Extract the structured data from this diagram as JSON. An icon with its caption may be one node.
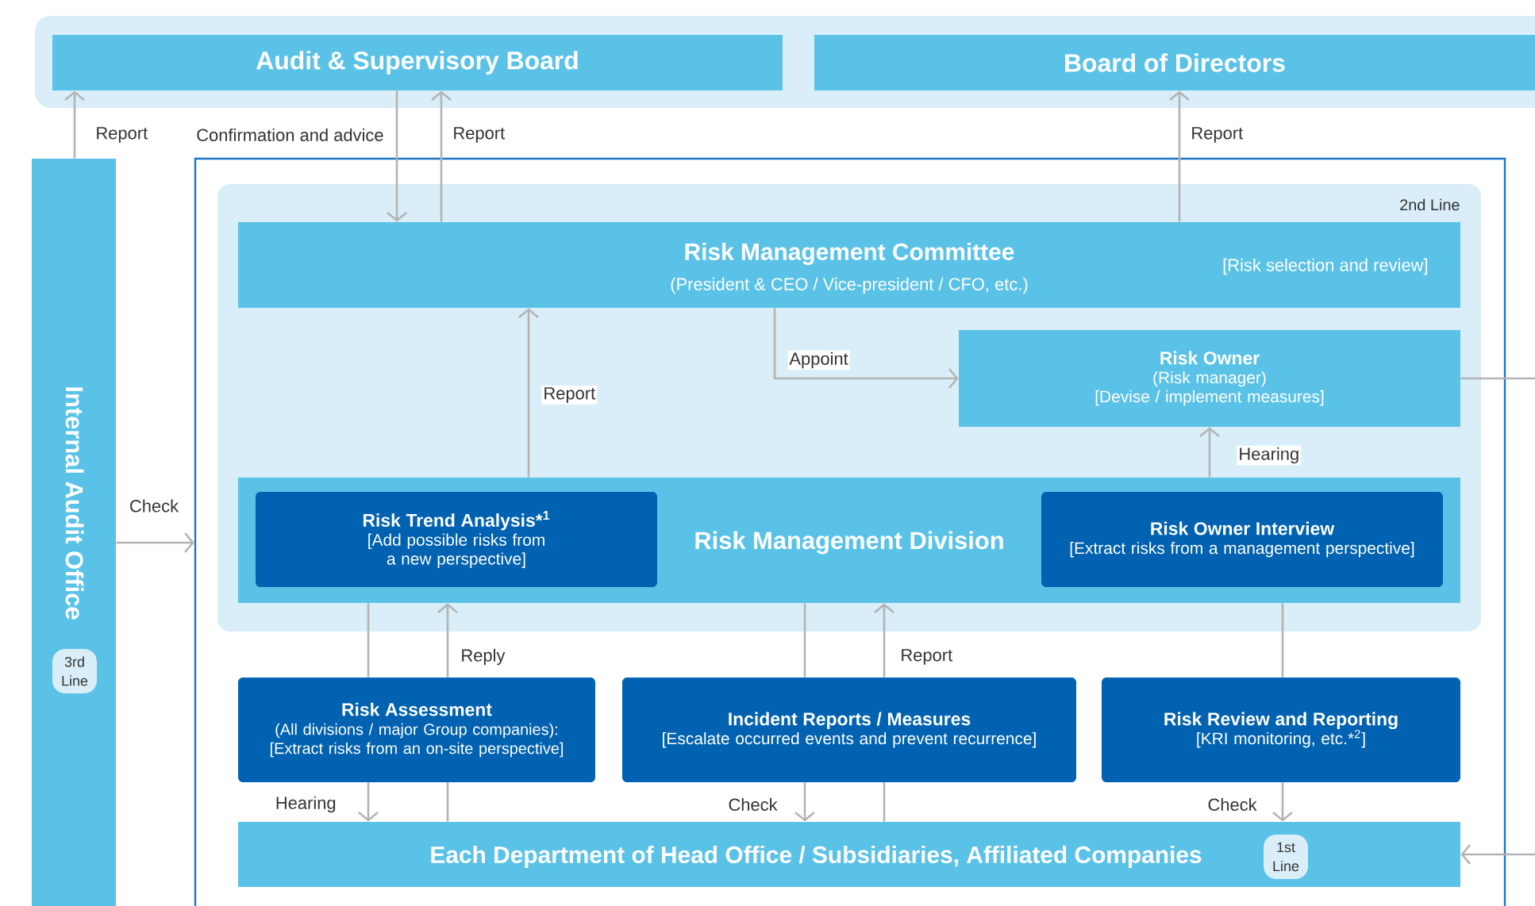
{
  "diagram": {
    "nodes": [
      {
        "text": [
          "Audit & Supervisory Board"
        ]
      },
      {
        "text": [
          "Board of Directors"
        ]
      },
      {
        "text": [
          "Internal Audit Office"
        ]
      },
      {
        "text": [
          "3rd Line"
        ],
        "in": 2
      },
      {
        "text": [],
        "shape": "box"
      },
      {
        "text": [
          "2nd Line"
        ],
        "in": 4
      },
      {
        "text": [
          "Risk Management Committee",
          "(President & CEO / Vice-president / CFO, etc.)",
          "[Risk selection and review]"
        ],
        "in": 5
      },
      {
        "text": [
          "Risk Owner",
          "(Risk manager)",
          "[Devise / implement measures]"
        ],
        "in": 5
      },
      {
        "text": [
          "Risk Management Division"
        ],
        "in": 5
      },
      {
        "text": [
          "Risk Trend Analysis*$^{1}$",
          "[Add possible risks from a new perspective]"
        ],
        "in": 8
      },
      {
        "text": [
          "Risk Owner Interview",
          "[Extract risks from a management perspective]"
        ],
        "in": 8
      },
      {
        "text": [
          "Risk Assessment",
          "(All divisions / major Group companies):",
          "[Extract risks from an on-site perspective]"
        ],
        "in": 4
      },
      {
        "text": [
          "Incident Reports / Measures",
          "[Escalate occurred events and prevent recurrence]"
        ],
        "in": 4
      },
      {
        "text": [
          "Risk Review and Reporting",
          "[KRI monitoring, etc.*$^{2}$]"
        ],
        "in": 4
      },
      {
        "text": [
          "Each Department of Head Office / Subsidiaries, Affiliated Companies"
        ],
        "in": 4
      },
      {
        "text": [
          "1st Line"
        ],
        "in": 14
      }
    ],
    "edges": [
      {
        "from": 2,
        "to": 0,
        "arrow": "to",
        "label": "Report"
      },
      {
        "from": 0,
        "to": 6,
        "arrow": "to",
        "label": "Confirmation and advice"
      },
      {
        "from": 6,
        "to": 0,
        "arrow": "to",
        "label": "Report"
      },
      {
        "from": 6,
        "to": 1,
        "arrow": "to",
        "label": "Report"
      },
      {
        "from": 2,
        "to": 4,
        "arrow": "to",
        "label": "Check"
      },
      {
        "from": 8,
        "to": 6,
        "arrow": "to",
        "label": "Report"
      },
      {
        "from": 6,
        "to": 7,
        "arrow": "to",
        "label": "Appoint"
      },
      {
        "from": 8,
        "to": 7,
        "arrow": "to",
        "label": "Hearing"
      },
      {
        "from": 8,
        "to": 11,
        "arrow": "none"
      },
      {
        "from": 11,
        "to": 14,
        "arrow": "to",
        "label": "Hearing"
      },
      {
        "from": 14,
        "to": 11,
        "arrow": "none"
      },
      {
        "from": 11,
        "to": 8,
        "arrow": "to",
        "label": "Reply"
      },
      {
        "from": 8,
        "to": 12,
        "arrow": "none"
      },
      {
        "from": 12,
        "to": 14,
        "arrow": "to",
        "label": "Check"
      },
      {
        "from": 14,
        "to": 12,
        "arrow": "none"
      },
      {
        "from": 12,
        "to": 8,
        "arrow": "to",
        "label": "Report"
      },
      {
        "from": 8,
        "to": 13,
        "arrow": "none"
      },
      {
        "from": 13,
        "to": 14,
        "arrow": "to",
        "label": "Check"
      },
      {
        "from": 7,
        "to": null,
        "arrow": "none"
      },
      {
        "from": null,
        "to": 14,
        "arrow": "to"
      }
    ]
  }
}
